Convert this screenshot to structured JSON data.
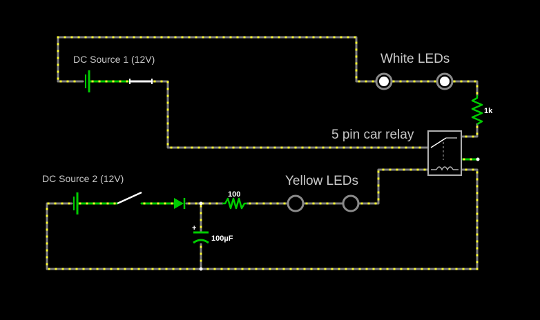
{
  "labels": {
    "dc1": "DC Source 1 (12V)",
    "dc2": "DC Source 2 (12V)",
    "white_leds": "White LEDs",
    "relay": "5 pin car relay",
    "yellow_leds": "Yellow LEDs"
  },
  "values": {
    "r1": "1k",
    "r2": "100",
    "cap": "100µF",
    "cap_plus": "+"
  },
  "colors": {
    "background": "#000000",
    "wire_idle": "#808080",
    "wire_active": "#00cc00",
    "current_dot": "#ffff33",
    "label": "#c8c8c8"
  }
}
